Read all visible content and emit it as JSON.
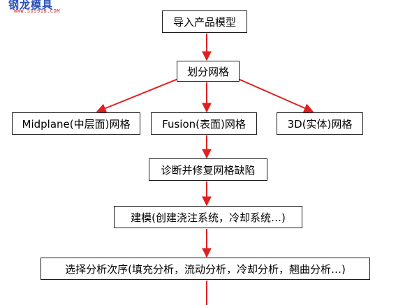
{
  "logo": {
    "title": "钢龙模具",
    "url": "WWW.SD5918.COM",
    "title_color": "#2a4fb8",
    "url_color": "#d0242b"
  },
  "diagram": {
    "arrow_color": "#e02020",
    "box_border_color": "#1a1a1a",
    "nodes": [
      {
        "id": "import",
        "label": "导入产品模型"
      },
      {
        "id": "mesh",
        "label": "划分网格"
      },
      {
        "id": "midplane",
        "label": "Midplane(中层面)网格"
      },
      {
        "id": "fusion",
        "label": "Fusion(表面)网格"
      },
      {
        "id": "solid3d",
        "label": "3D(实体)网格"
      },
      {
        "id": "diagnose",
        "label": "诊断并修复网格缺陷"
      },
      {
        "id": "model",
        "label": "建模(创建浇注系统，冷却系统…)"
      },
      {
        "id": "sequence",
        "label": "选择分析次序(填充分析，流动分析，冷却分析，翘曲分析…)"
      }
    ],
    "edges": [
      {
        "from": "import",
        "to": "mesh"
      },
      {
        "from": "mesh",
        "to": "midplane"
      },
      {
        "from": "mesh",
        "to": "fusion"
      },
      {
        "from": "mesh",
        "to": "solid3d"
      },
      {
        "from": "fusion",
        "to": "diagnose"
      },
      {
        "from": "diagnose",
        "to": "model"
      },
      {
        "from": "model",
        "to": "sequence"
      },
      {
        "from": "sequence",
        "to": "continuation"
      }
    ]
  }
}
